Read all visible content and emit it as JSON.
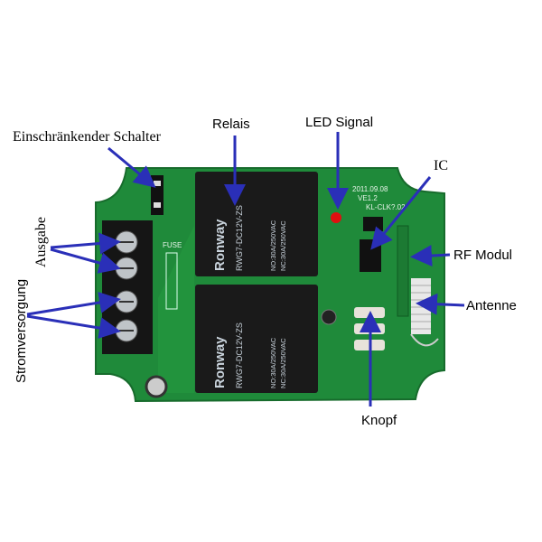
{
  "labels": {
    "switch": "Einschränkender Schalter",
    "relay": "Relais",
    "led": "LED Signal",
    "ic": "IC",
    "rf": "RF Modul",
    "antenna": "Antenne",
    "button": "Knopf",
    "output": "Ausgabe",
    "power": "Stromversorgung"
  },
  "board": {
    "fuse": "FUSE",
    "date": "2011.09.08",
    "version": "VE1.2",
    "model": "KL-CLK?.02",
    "relay_brand": "Ronway",
    "relay_model": "RWG7-DC12V-ZS",
    "relay_no": "NO:30A/250VAC",
    "relay_nc": "NC:30A/250VAC"
  },
  "colors": {
    "pcb": "#1f8a3a",
    "arrow": "#2a2fb8",
    "relay": "#1a1a1a"
  }
}
